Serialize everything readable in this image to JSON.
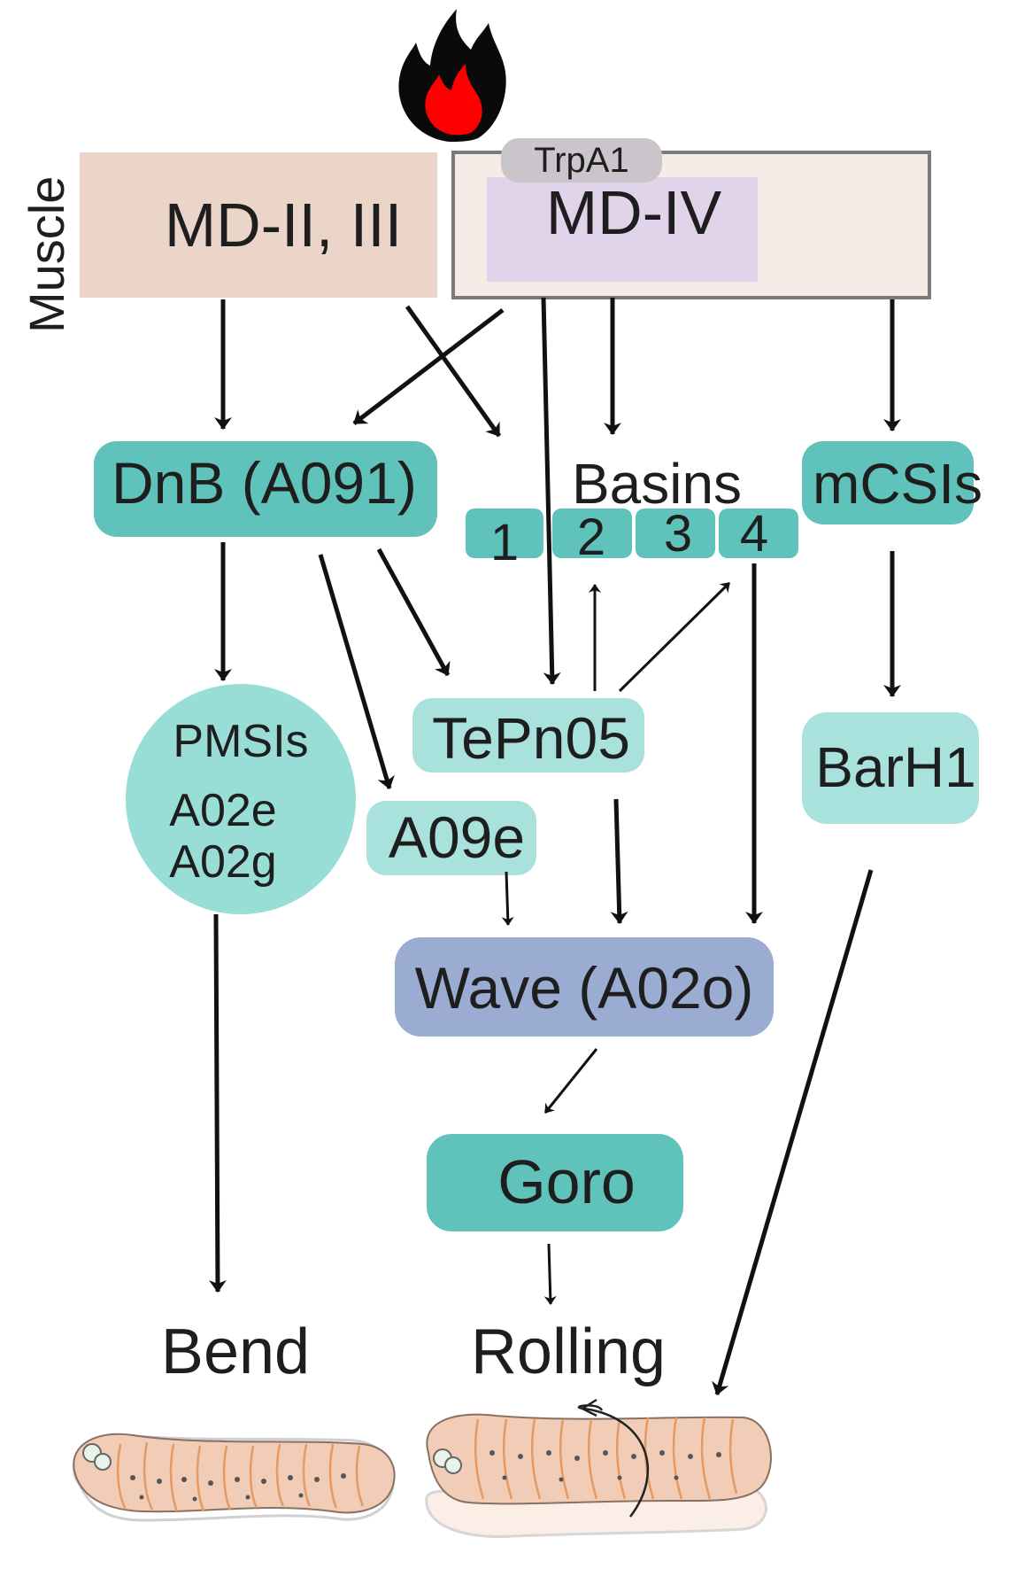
{
  "labels": {
    "muscle": "Muscle",
    "md23": "MD-II, III",
    "trpa1": "TrpA1",
    "md4": "MD-IV",
    "dnb": "DnB (A091)",
    "basins": "Basins",
    "basin1": "1",
    "basin2": "2",
    "basin3": "3",
    "basin4": "4",
    "mcsis": "mCSIs",
    "pmsis": "PMSIs",
    "a02e": "A02e",
    "a02g": "A02g",
    "tepn05": "TePn05",
    "a09e": "A09e",
    "barh1": "BarH1",
    "wave": "Wave (A02o)",
    "goro": "Goro",
    "bend": "Bend",
    "rolling": "Rolling"
  },
  "icons": {
    "stimulus": "flame-icon",
    "left_larva": "larva-bend-icon",
    "right_larva": "larva-rolling-icon"
  },
  "colors": {
    "teal_dark": "#5fc3bb",
    "teal_light": "#a9e1dc",
    "teal_circle": "#98ddd6",
    "wave_blue": "#9aacd2",
    "md23_bg": "#ebd5c9",
    "md4_box": "#f6ebe6",
    "md4_inner": "#e1d4ea",
    "trpa1_bg": "#c9c5ca",
    "arrow": "#111111",
    "larva_body": "#f1cdb7",
    "larva_seg": "#e59a64"
  }
}
